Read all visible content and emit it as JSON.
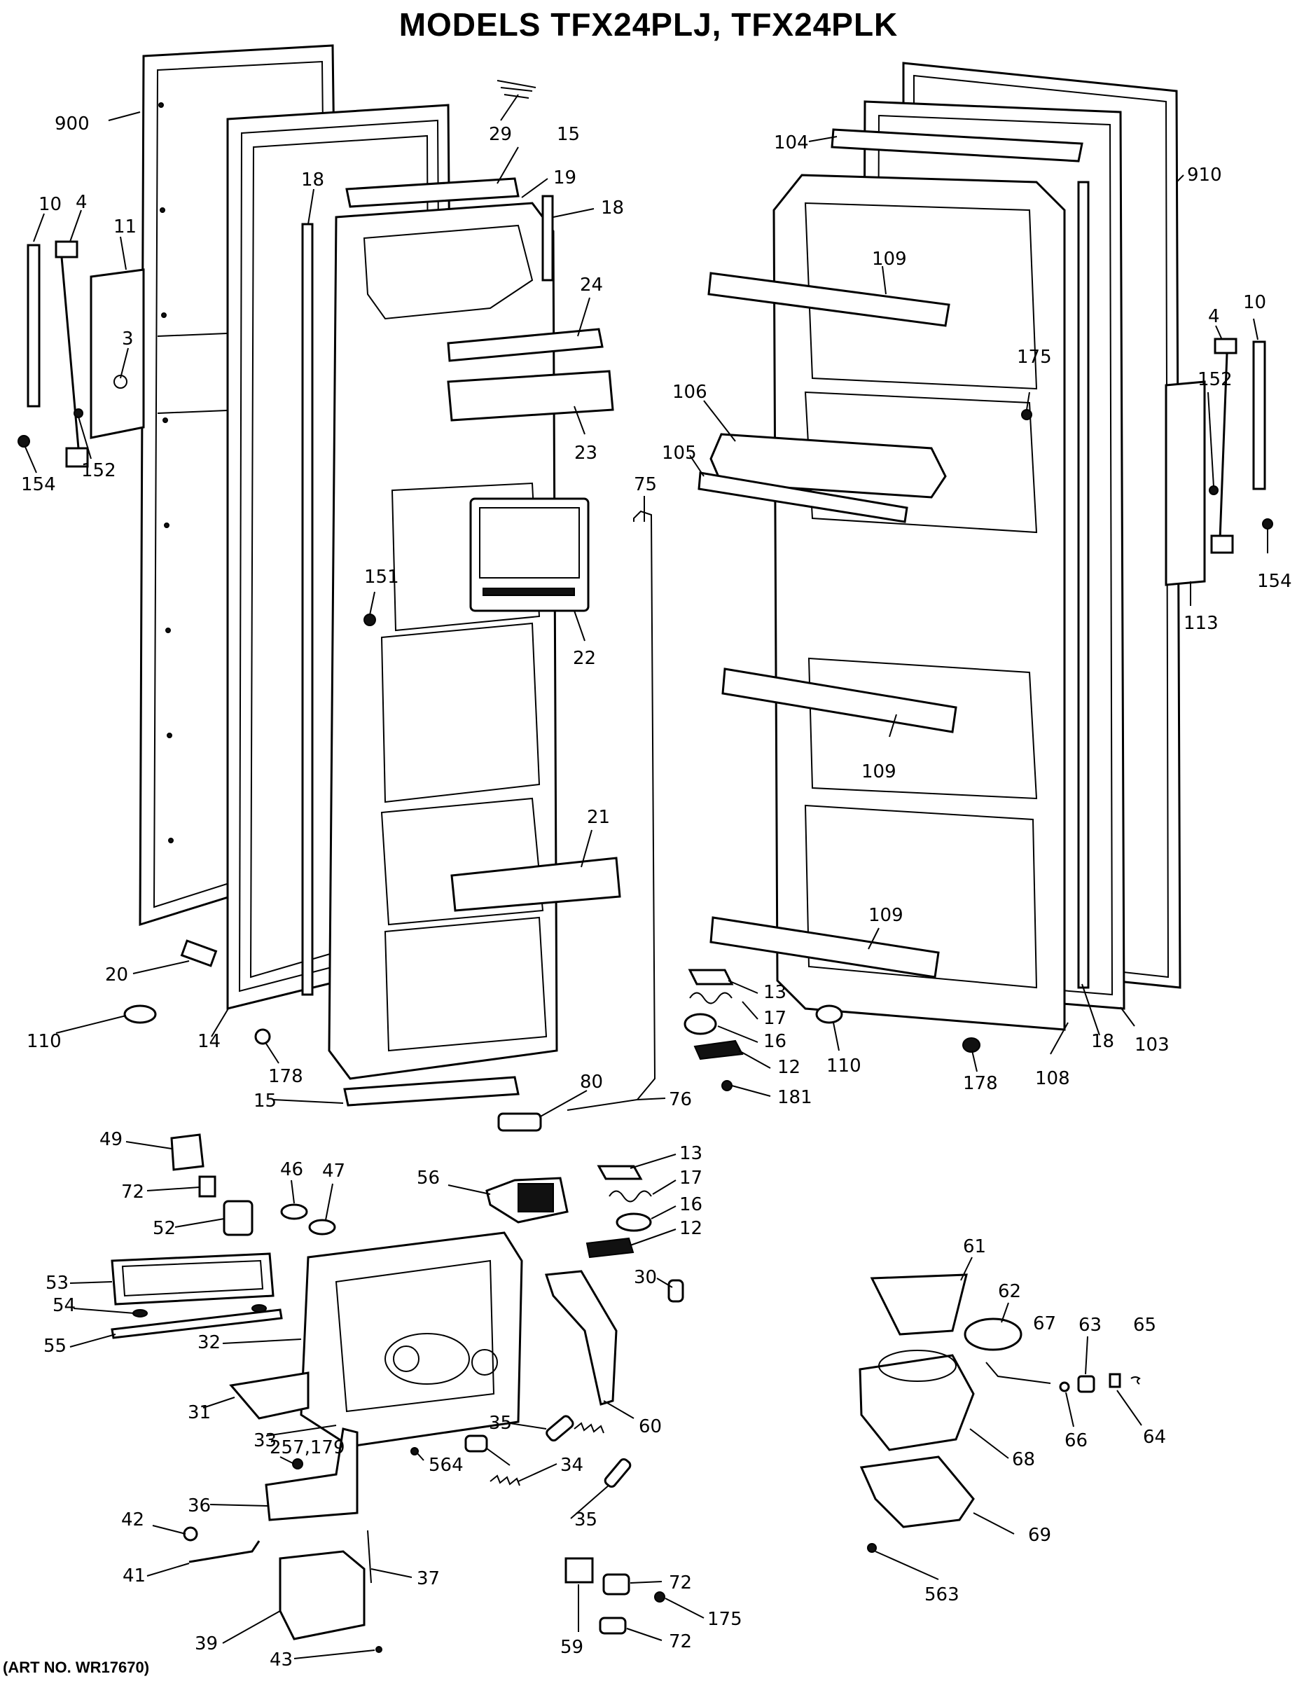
{
  "title": "MODELS TFX24PLJ, TFX24PLK",
  "art_no": "(ART NO. WR17670)",
  "callouts": [
    {
      "id": "c900",
      "label": "900"
    },
    {
      "id": "c10a",
      "label": "10"
    },
    {
      "id": "c4a",
      "label": "4"
    },
    {
      "id": "c11",
      "label": "11"
    },
    {
      "id": "c3",
      "label": "3"
    },
    {
      "id": "c152a",
      "label": "152"
    },
    {
      "id": "c154a",
      "label": "154"
    },
    {
      "id": "c18a",
      "label": "18"
    },
    {
      "id": "c29",
      "label": "29"
    },
    {
      "id": "c15a",
      "label": "15"
    },
    {
      "id": "c19",
      "label": "19"
    },
    {
      "id": "c18b",
      "label": "18"
    },
    {
      "id": "c24",
      "label": "24"
    },
    {
      "id": "c23",
      "label": "23"
    },
    {
      "id": "c151",
      "label": "151"
    },
    {
      "id": "c22",
      "label": "22"
    },
    {
      "id": "c21",
      "label": "21"
    },
    {
      "id": "c20",
      "label": "20"
    },
    {
      "id": "c110a",
      "label": "110"
    },
    {
      "id": "c14",
      "label": "14"
    },
    {
      "id": "c178a",
      "label": "178"
    },
    {
      "id": "c15b",
      "label": "15"
    },
    {
      "id": "c75",
      "label": "75"
    },
    {
      "id": "c80",
      "label": "80"
    },
    {
      "id": "c76",
      "label": "76"
    },
    {
      "id": "c104",
      "label": "104"
    },
    {
      "id": "c910",
      "label": "910"
    },
    {
      "id": "c109a",
      "label": "109"
    },
    {
      "id": "c175a",
      "label": "175"
    },
    {
      "id": "c106",
      "label": "106"
    },
    {
      "id": "c105",
      "label": "105"
    },
    {
      "id": "c4b",
      "label": "4"
    },
    {
      "id": "c10b",
      "label": "10"
    },
    {
      "id": "c152b",
      "label": "152"
    },
    {
      "id": "c154b",
      "label": "154"
    },
    {
      "id": "c113",
      "label": "113"
    },
    {
      "id": "c109b",
      "label": "109"
    },
    {
      "id": "c109c",
      "label": "109"
    },
    {
      "id": "c13a",
      "label": "13"
    },
    {
      "id": "c17a",
      "label": "17"
    },
    {
      "id": "c16a",
      "label": "16"
    },
    {
      "id": "c12a",
      "label": "12"
    },
    {
      "id": "c181",
      "label": "181"
    },
    {
      "id": "c110b",
      "label": "110"
    },
    {
      "id": "c178b",
      "label": "178"
    },
    {
      "id": "c108",
      "label": "108"
    },
    {
      "id": "c18c",
      "label": "18"
    },
    {
      "id": "c103",
      "label": "103"
    },
    {
      "id": "c49",
      "label": "49"
    },
    {
      "id": "c72a",
      "label": "72"
    },
    {
      "id": "c46",
      "label": "46"
    },
    {
      "id": "c47",
      "label": "47"
    },
    {
      "id": "c52",
      "label": "52"
    },
    {
      "id": "c56",
      "label": "56"
    },
    {
      "id": "c13b",
      "label": "13"
    },
    {
      "id": "c17b",
      "label": "17"
    },
    {
      "id": "c16b",
      "label": "16"
    },
    {
      "id": "c12b",
      "label": "12"
    },
    {
      "id": "c53",
      "label": "53"
    },
    {
      "id": "c54",
      "label": "54"
    },
    {
      "id": "c55",
      "label": "55"
    },
    {
      "id": "c32",
      "label": "32"
    },
    {
      "id": "c31",
      "label": "31"
    },
    {
      "id": "c33",
      "label": "33"
    },
    {
      "id": "c30",
      "label": "30"
    },
    {
      "id": "c60",
      "label": "60"
    },
    {
      "id": "c35a",
      "label": "35"
    },
    {
      "id": "c34",
      "label": "34"
    },
    {
      "id": "c35b",
      "label": "35"
    },
    {
      "id": "c564",
      "label": "564"
    },
    {
      "id": "c257",
      "label": "257,179"
    },
    {
      "id": "c36",
      "label": "36"
    },
    {
      "id": "c42",
      "label": "42"
    },
    {
      "id": "c41",
      "label": "41"
    },
    {
      "id": "c37",
      "label": "37"
    },
    {
      "id": "c39",
      "label": "39"
    },
    {
      "id": "c43",
      "label": "43"
    },
    {
      "id": "c59",
      "label": "59"
    },
    {
      "id": "c72b",
      "label": "72"
    },
    {
      "id": "c175b",
      "label": "175"
    },
    {
      "id": "c72c",
      "label": "72"
    },
    {
      "id": "c61",
      "label": "61"
    },
    {
      "id": "c62",
      "label": "62"
    },
    {
      "id": "c67",
      "label": "67"
    },
    {
      "id": "c63",
      "label": "63"
    },
    {
      "id": "c65",
      "label": "65"
    },
    {
      "id": "c66",
      "label": "66"
    },
    {
      "id": "c64",
      "label": "64"
    },
    {
      "id": "c68",
      "label": "68"
    },
    {
      "id": "c69",
      "label": "69"
    },
    {
      "id": "c563",
      "label": "563"
    }
  ]
}
